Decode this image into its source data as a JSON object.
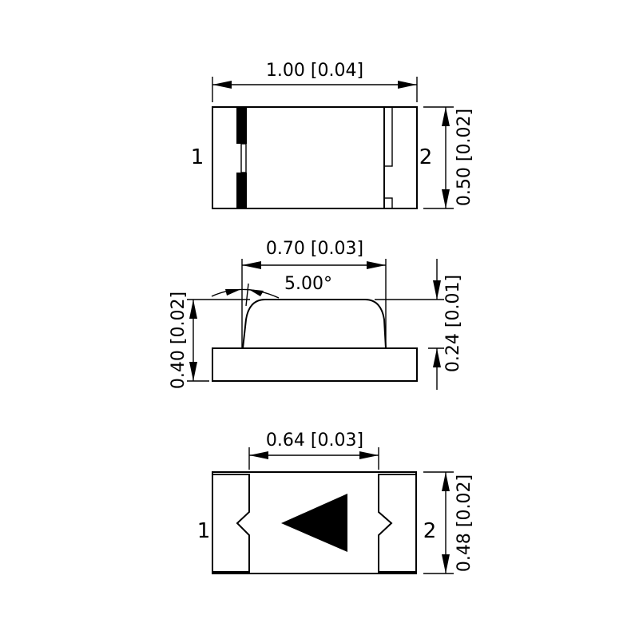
{
  "top_view": {
    "width_dim": "1.00 [0.04]",
    "height_dim": "0.50 [0.02]",
    "pin1": "1",
    "pin2": "2"
  },
  "side_view": {
    "dome_width_dim": "0.70 [0.03]",
    "draft_angle": "5.00°",
    "total_height_dim": "0.40 [0.02]",
    "dome_height_dim": "0.24 [0.01]"
  },
  "bottom_view": {
    "pad_span_dim": "0.64 [0.03]",
    "height_dim": "0.48 [0.02]",
    "pin1": "1",
    "pin2": "2"
  }
}
